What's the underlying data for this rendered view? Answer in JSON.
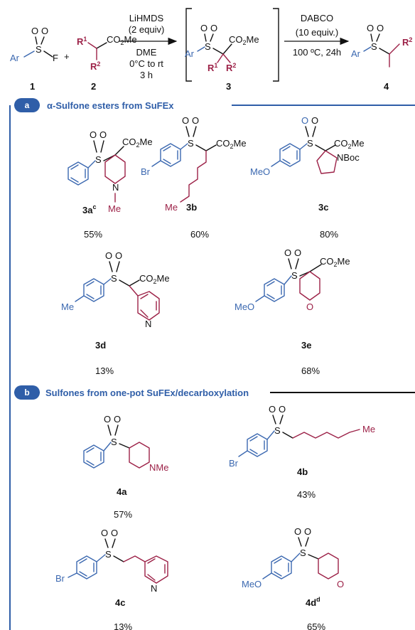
{
  "scheme": {
    "reagent1": {
      "ar": "Ar",
      "s": "S",
      "o1": "O",
      "o2": "O",
      "f": "F",
      "plus": "+",
      "number": "1"
    },
    "reagent2": {
      "r1": "R",
      "r1_sup": "1",
      "r2": "R",
      "r2_sup": "2",
      "ester": "CO",
      "ester_sub": "2",
      "ester_tail": "Me",
      "number": "2"
    },
    "conditions1": {
      "line1": "LiHMDS",
      "line2": "(2 equiv)",
      "line3": "DME",
      "line4": "0°C to rt",
      "line5": "3 h"
    },
    "intermediate": {
      "ar": "Ar",
      "s": "S",
      "o1": "O",
      "o2": "O",
      "ester": "CO",
      "ester_sub": "2",
      "ester_tail": "Me",
      "r1": "R",
      "r1_sup": "1",
      "r2": "R",
      "r2_sup": "2",
      "number": "3"
    },
    "conditions2": {
      "line1": "DABCO",
      "line2": "(10 equiv.)",
      "line3": "100 ºC, 24h"
    },
    "product": {
      "ar": "Ar",
      "s": "S",
      "o1": "O",
      "o2": "O",
      "r2": "R",
      "r2_sup": "2",
      "number": "4"
    }
  },
  "section_a": {
    "badge": "a",
    "title": "α-Sulfone esters from SuFEx",
    "compounds": [
      {
        "id": "3a",
        "label": "3a",
        "sup": "c",
        "yield": "55%",
        "atoms": {
          "o": "O",
          "s": "S",
          "ester": "CO",
          "sub": "2",
          "tail": "Me",
          "n": "N",
          "me": "Me"
        }
      },
      {
        "id": "3b",
        "label": "3b",
        "sup": "",
        "yield": "60%",
        "atoms": {
          "o": "O",
          "s": "S",
          "ester": "CO",
          "sub": "2",
          "tail": "Me",
          "br": "Br",
          "me": "Me"
        }
      },
      {
        "id": "3c",
        "label": "3c",
        "sup": "",
        "yield": "80%",
        "atoms": {
          "o": "O",
          "s": "S",
          "ester": "CO",
          "sub": "2",
          "tail": "Me",
          "meo": "MeO",
          "nboc": "NBoc"
        }
      },
      {
        "id": "3d",
        "label": "3d",
        "sup": "",
        "yield": "13%",
        "atoms": {
          "o": "O",
          "s": "S",
          "ester": "CO",
          "sub": "2",
          "tail": "Me",
          "me": "Me",
          "n": "N"
        }
      },
      {
        "id": "3e",
        "label": "3e",
        "sup": "",
        "yield": "68%",
        "atoms": {
          "o": "O",
          "s": "S",
          "ester": "CO",
          "sub": "2",
          "tail": "Me",
          "meo": "MeO"
        }
      }
    ]
  },
  "section_b": {
    "badge": "b",
    "title": "Sulfones from one-pot SuFEx/decarboxylation",
    "compounds": [
      {
        "id": "4a",
        "label": "4a",
        "sup": "",
        "yield": "57%",
        "atoms": {
          "o": "O",
          "s": "S",
          "nme": "NMe"
        }
      },
      {
        "id": "4b",
        "label": "4b",
        "sup": "",
        "yield": "43%",
        "atoms": {
          "o": "O",
          "s": "S",
          "br": "Br",
          "me": "Me"
        }
      },
      {
        "id": "4c",
        "label": "4c",
        "sup": "",
        "yield": "13%",
        "atoms": {
          "o": "O",
          "s": "S",
          "br": "Br",
          "n": "N"
        }
      },
      {
        "id": "4d",
        "label": "4d",
        "sup": "d",
        "yield": "65%",
        "atoms": {
          "o": "O",
          "s": "S",
          "meo": "MeO"
        }
      }
    ]
  },
  "colors": {
    "accent": "#2f5ea8",
    "aryl": "#3b68b0",
    "alkyl": "#9c2147",
    "text": "#111111"
  }
}
